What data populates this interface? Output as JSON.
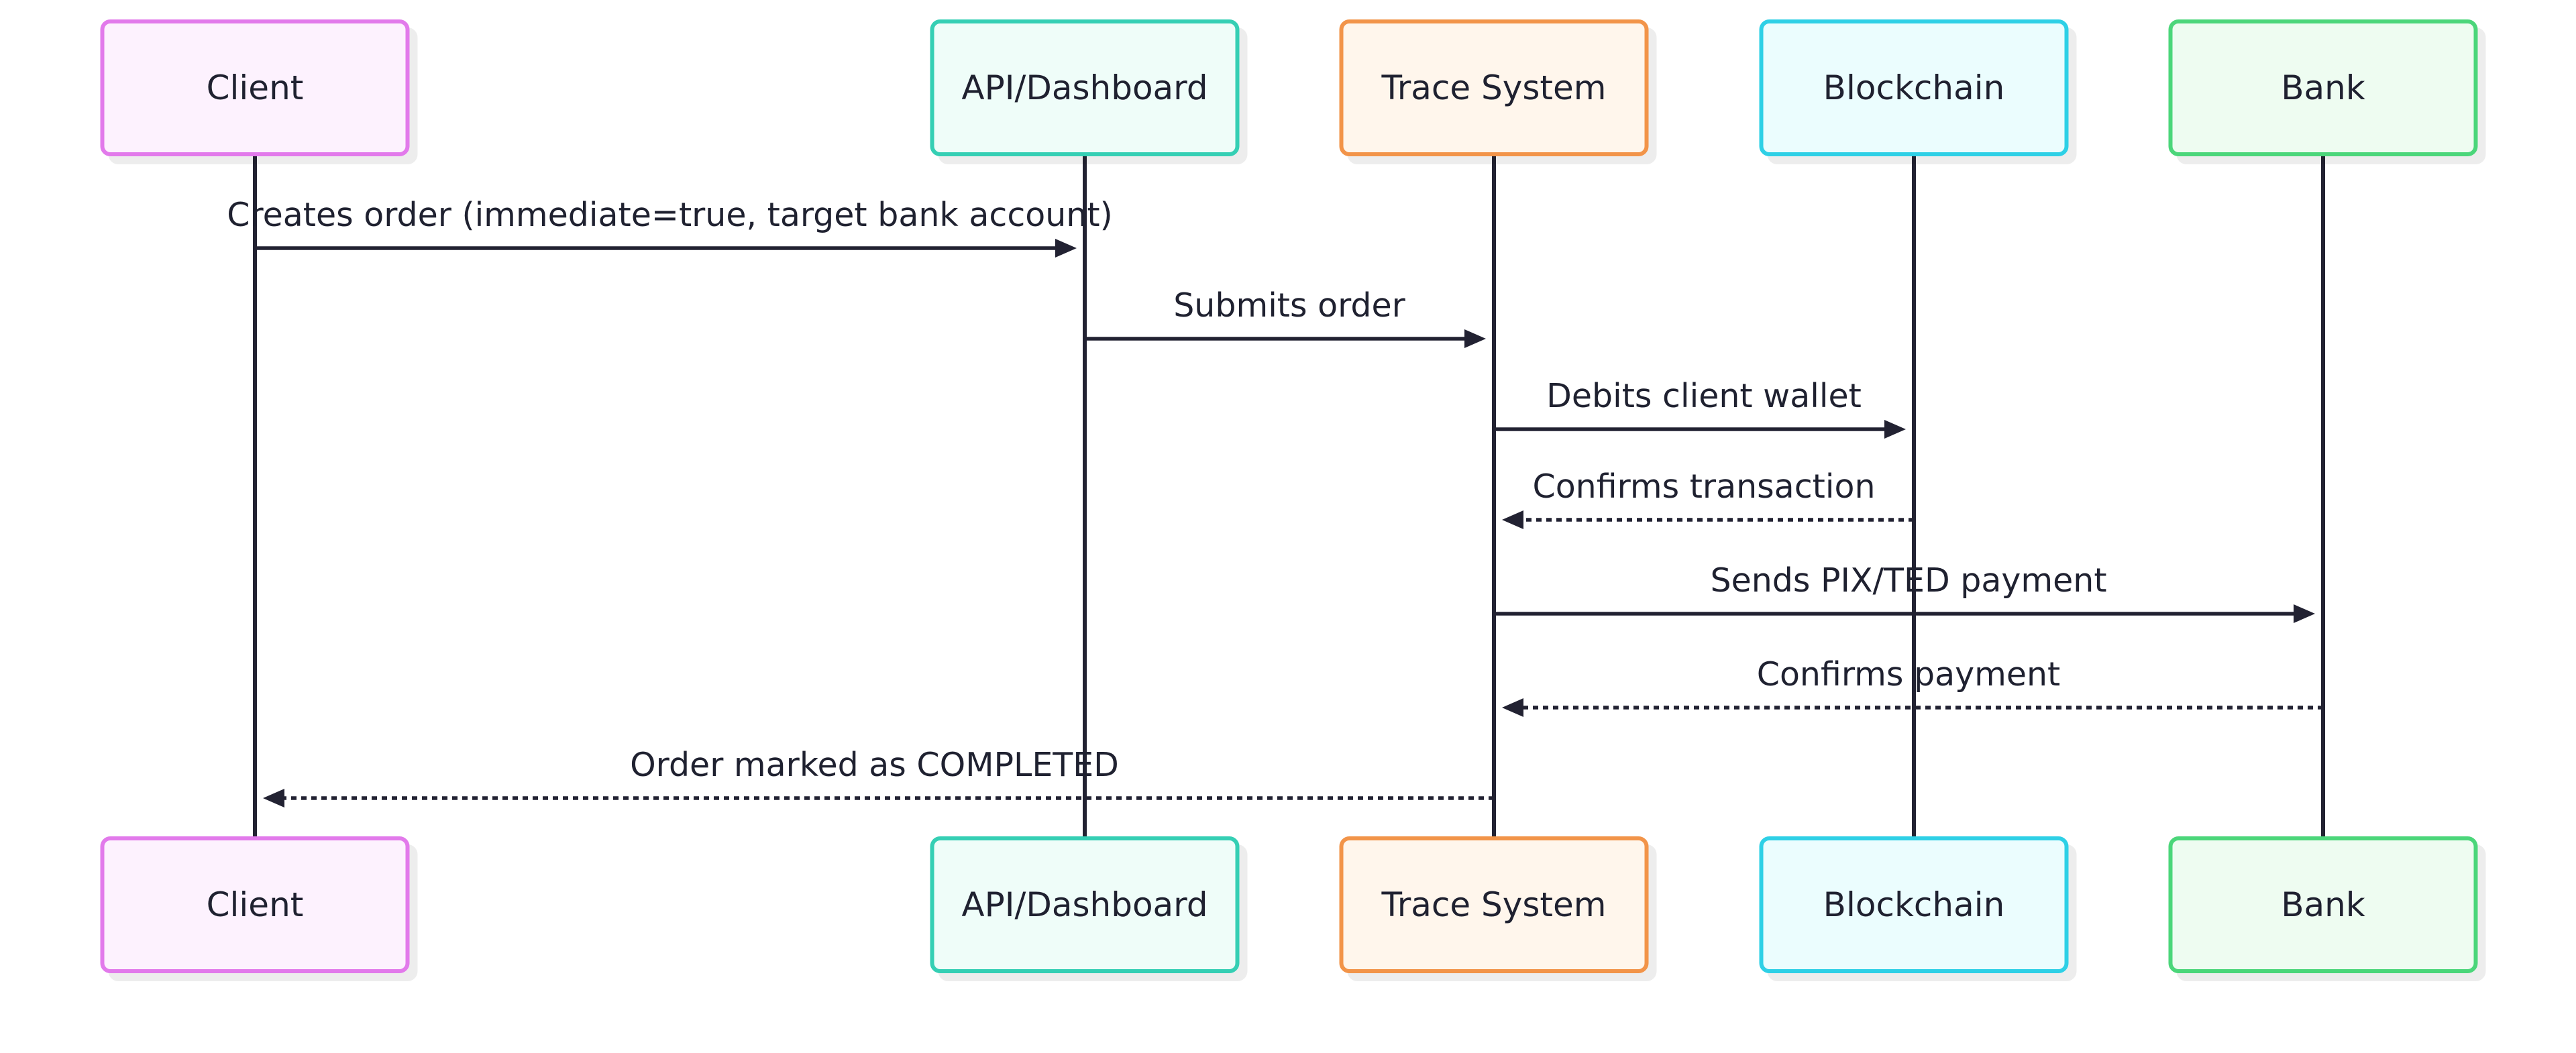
{
  "participants": [
    {
      "id": "client",
      "label": "Client",
      "border": "#e27aeb",
      "fill": "#fdf2fe"
    },
    {
      "id": "api",
      "label": "API/Dashboard",
      "border": "#35cfb4",
      "fill": "#effdf9"
    },
    {
      "id": "trace",
      "label": "Trace System",
      "border": "#f29449",
      "fill": "#fff6ec"
    },
    {
      "id": "blockchain",
      "label": "Blockchain",
      "border": "#2fd0e6",
      "fill": "#ebfdfe"
    },
    {
      "id": "bank",
      "label": "Bank",
      "border": "#4cd67a",
      "fill": "#eefcf1"
    }
  ],
  "messages": [
    {
      "from": "client",
      "to": "api",
      "label": "Creates order (immediate=true, target bank account)",
      "style": "solid"
    },
    {
      "from": "api",
      "to": "trace",
      "label": "Submits order",
      "style": "solid"
    },
    {
      "from": "trace",
      "to": "blockchain",
      "label": "Debits client wallet",
      "style": "solid"
    },
    {
      "from": "blockchain",
      "to": "trace",
      "label": "Confirms transaction",
      "style": "dashed"
    },
    {
      "from": "trace",
      "to": "bank",
      "label": "Sends PIX/TED payment",
      "style": "solid"
    },
    {
      "from": "bank",
      "to": "trace",
      "label": "Confirms payment",
      "style": "dashed"
    },
    {
      "from": "trace",
      "to": "client",
      "label": "Order marked as COMPLETED",
      "style": "dashed"
    }
  ]
}
